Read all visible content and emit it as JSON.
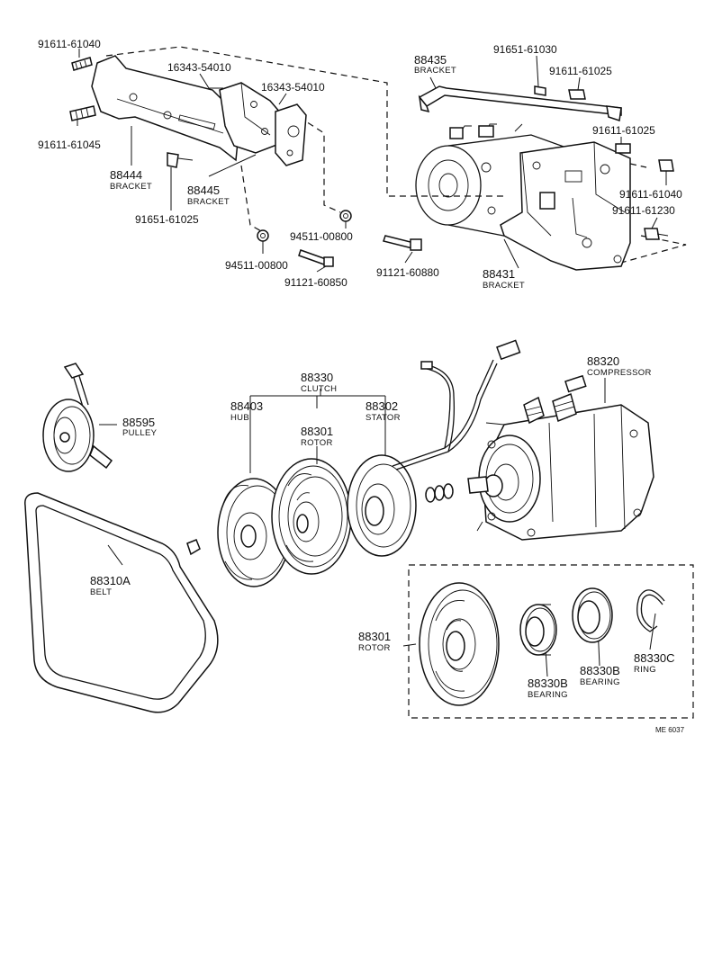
{
  "labels": {
    "p91611_61040_a": "91611-61040",
    "p91611_61045": "91611-61045",
    "p16343_54010_a": "16343-54010",
    "p16343_54010_b": "16343-54010",
    "p88444": "88444",
    "p88444_name": "BRACKET",
    "p88445": "88445",
    "p88445_name": "BRACKET",
    "p91651_61025": "91651-61025",
    "p94511_00800_a": "94511-00800",
    "p94511_00800_b": "94511-00800",
    "p91121_60850": "91121-60850",
    "p91121_60880": "91121-60880",
    "p88435": "88435",
    "p88435_name": "BRACKET",
    "p91651_61030": "91651-61030",
    "p91611_61025_a": "91611-61025",
    "p91611_61025_b": "91611-61025",
    "p91611_61040_b": "91611-61040",
    "p91611_61230": "91611-61230",
    "p88431": "88431",
    "p88431_name": "BRACKET",
    "p88595": "88595",
    "p88595_name": "PULLEY",
    "p88330": "88330",
    "p88330_name": "CLUTCH",
    "p88403": "88403",
    "p88403_name": "HUB",
    "p88301_a": "88301",
    "p88301_a_name": "ROTOR",
    "p88302": "88302",
    "p88302_name": "STATOR",
    "p88320": "88320",
    "p88320_name": "COMPRESSOR",
    "p88310A": "88310A",
    "p88310A_name": "BELT",
    "p88301_b": "88301",
    "p88301_b_name": "ROTOR",
    "p88330B_a": "88330B",
    "p88330B_a_name": "BEARING",
    "p88330B_b": "88330B",
    "p88330B_b_name": "BEARING",
    "p88330C": "88330C",
    "p88330C_name": "RING",
    "code": "ME 6037"
  }
}
